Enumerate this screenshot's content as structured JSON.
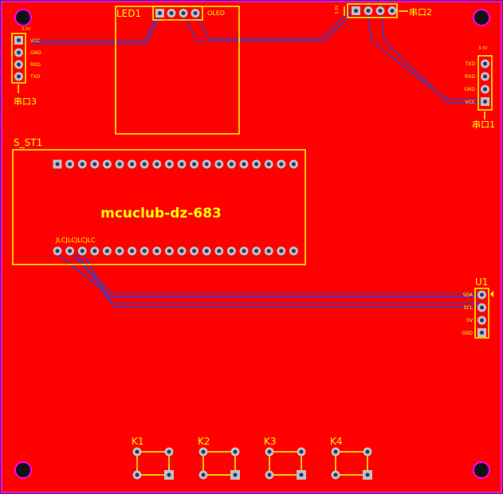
{
  "colors": {
    "board": "#ff0000",
    "outline": "#ff00ff",
    "silk": "#ffff00",
    "trace": "#3b3bbd",
    "pad": "#c0c0c0",
    "hole": "#1e3c78",
    "mount": "#111111"
  },
  "board_name": "mcuclub-dz-683",
  "modules": {
    "led1": {
      "ref": "LED1",
      "value": "OLED"
    },
    "port2": {
      "ref": "串口2",
      "tag": "3.3V"
    },
    "port3": {
      "ref": "串口3",
      "tag": "3.3V",
      "pins": [
        "VCC",
        "GND",
        "RXD",
        "TXD"
      ]
    },
    "port1": {
      "ref": "串口1",
      "tag": "3.3V",
      "pins": [
        "TXD",
        "RXD",
        "GND",
        "VCC"
      ]
    },
    "mcu": {
      "ref": "S_ST1",
      "jlc": "JLCJLCJLCJLC"
    },
    "u1": {
      "ref": "U1",
      "pins": [
        "SDA",
        "SCL",
        "5V",
        "GND"
      ]
    },
    "keys": [
      "K1",
      "K2",
      "K3",
      "K4"
    ]
  }
}
